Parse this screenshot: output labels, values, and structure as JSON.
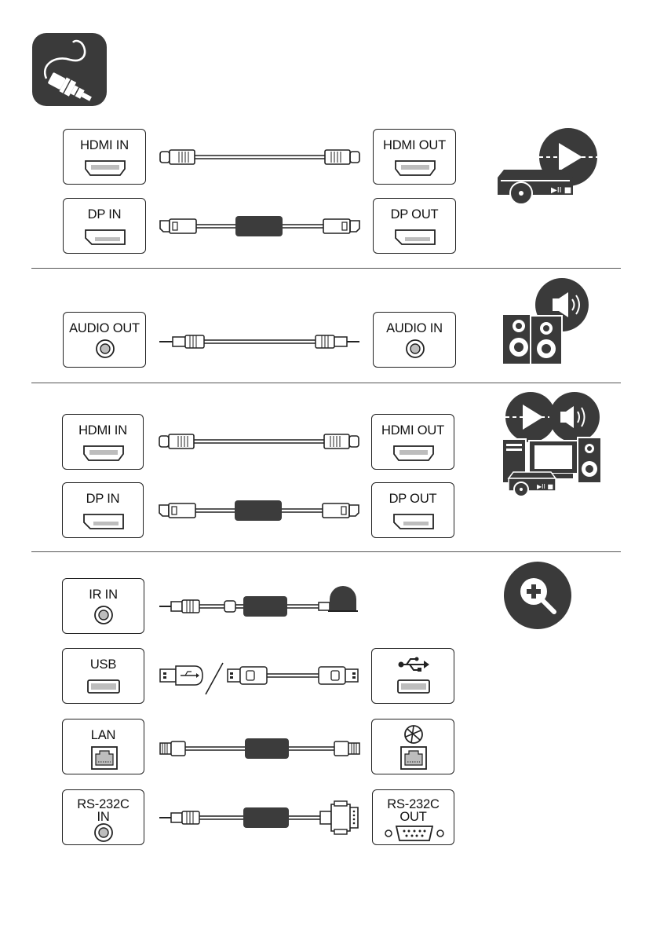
{
  "corner_icon": "cable-connection-icon",
  "sections": [
    {
      "name": "video",
      "device_icon": "media-player-icon",
      "rows": [
        {
          "left": "HDMI IN",
          "right": "HDMI OUT",
          "port": "hdmi",
          "cable": "hdmi"
        },
        {
          "left": "DP IN",
          "right": "DP OUT",
          "port": "dp",
          "cable": "dp"
        }
      ]
    },
    {
      "name": "audio",
      "device_icon": "speakers-icon",
      "rows": [
        {
          "left": "AUDIO OUT",
          "right": "AUDIO IN",
          "port": "audio",
          "cable": "audio"
        }
      ]
    },
    {
      "name": "pc",
      "device_icon": "pc-av-icon",
      "rows": [
        {
          "left": "HDMI IN",
          "right": "HDMI OUT",
          "port": "hdmi",
          "cable": "hdmi"
        },
        {
          "left": "DP IN",
          "right": "DP OUT",
          "port": "dp",
          "cable": "dp"
        }
      ]
    },
    {
      "name": "control",
      "device_icon": "zoom-in-icon",
      "rows": [
        {
          "left": "IR IN",
          "right": "",
          "port": "ir",
          "cable": "ir"
        },
        {
          "left": "USB",
          "right": "",
          "port": "usb",
          "cable": "usb",
          "right_icon": "usb-symbol-icon"
        },
        {
          "left": "LAN",
          "right": "",
          "port": "lan",
          "cable": "lan",
          "right_icon": "network-icon"
        },
        {
          "left": "RS-232C IN",
          "right": "RS-232C OUT",
          "port": "rs232",
          "cable": "rs232"
        }
      ]
    }
  ],
  "colors": {
    "line": "#1a1a1a",
    "dark": "#3c3c3c",
    "port_fill": "#bdbdbd",
    "corner": "#3a3a3a"
  }
}
